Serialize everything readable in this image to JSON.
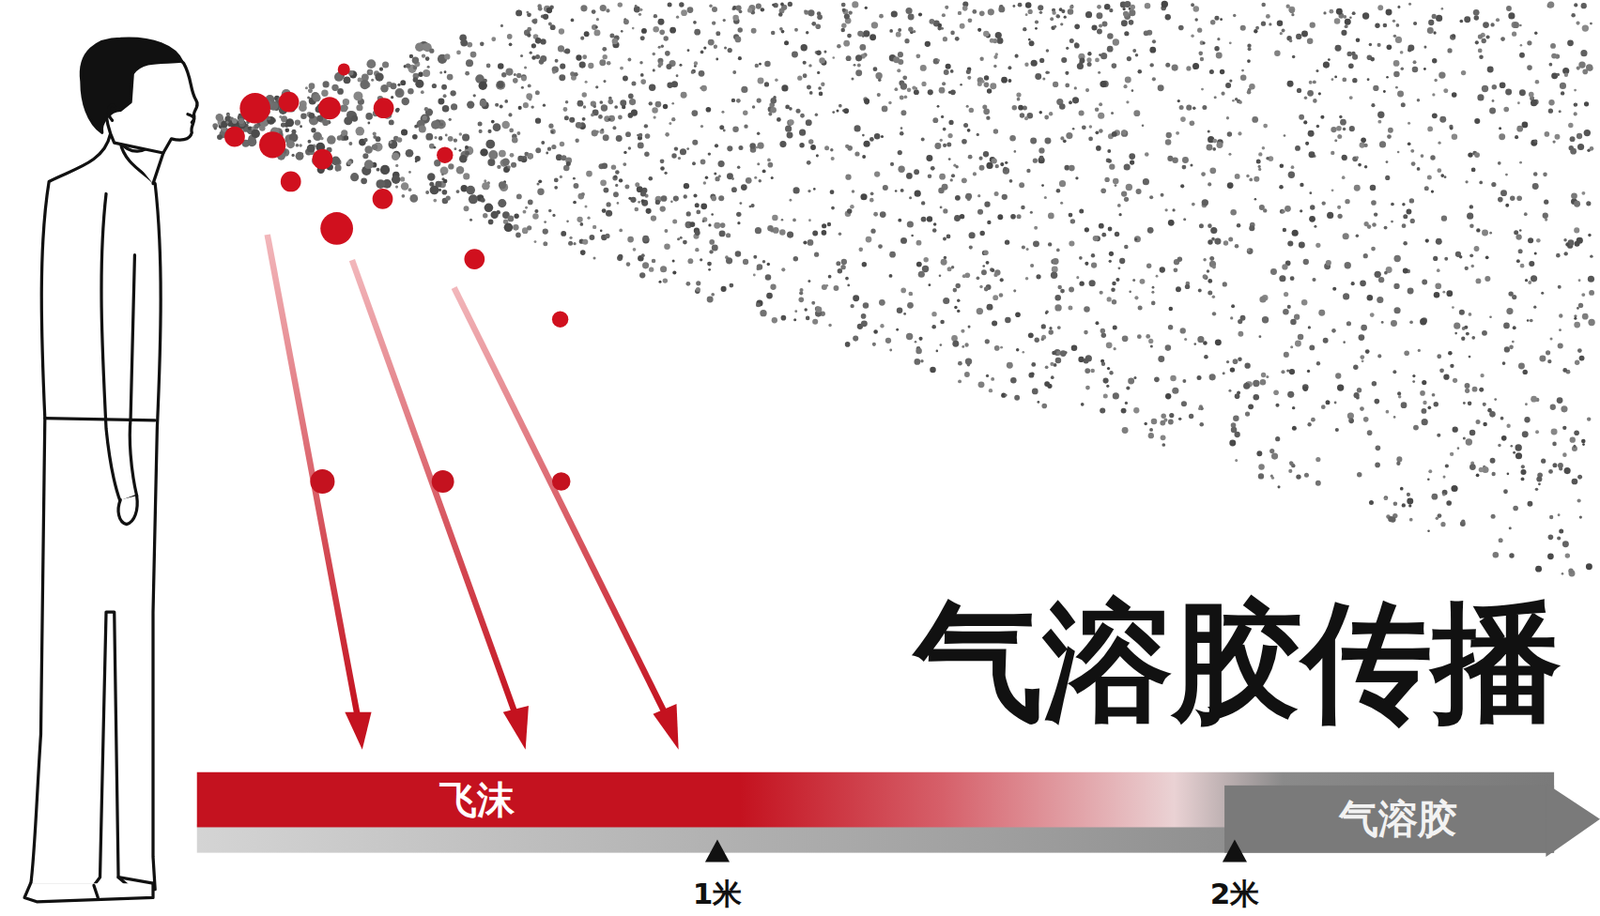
{
  "diagram": {
    "title": "气溶胶传播",
    "nodes": [
      {
        "text": [
          "飞沫"
        ]
      },
      {
        "text": [
          "气溶胶"
        ]
      }
    ],
    "labels": [
      "1米",
      "2米"
    ]
  }
}
